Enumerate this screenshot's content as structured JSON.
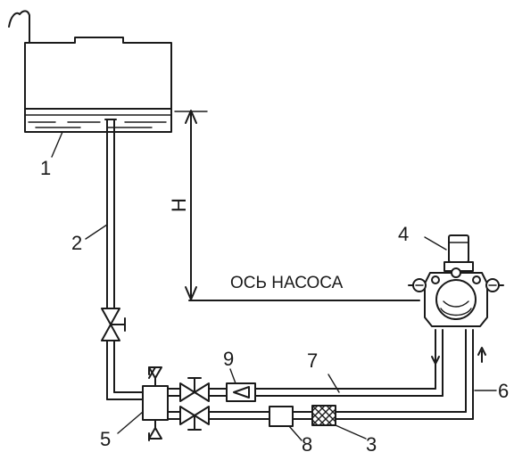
{
  "diagram": {
    "labels": {
      "n1": "1",
      "n2": "2",
      "n3": "3",
      "n4": "4",
      "n5": "5",
      "n6": "6",
      "n7": "7",
      "n8": "8",
      "n9": "9",
      "height": "H",
      "pump_axis": "ОСЬ НАСОСА"
    }
  }
}
